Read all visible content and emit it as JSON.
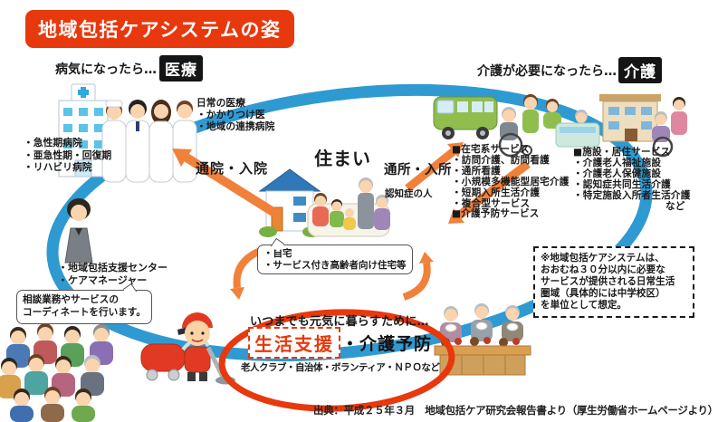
{
  "title": "地域包括ケアシステムの姿",
  "medical": {
    "trigger": "病気になったら…",
    "badge": "医療",
    "list": [
      "・急性期病院",
      "・亜急性期・回復期",
      "・リハビリ病院"
    ],
    "daily": {
      "heading": "日常の医療",
      "items": [
        "・かかりつけ医",
        "・地域の連携病院"
      ]
    },
    "flow": "通院・入院"
  },
  "housing": {
    "badge": "住まい",
    "flow": "通所・入所",
    "dementia": "認知症の人",
    "bubble": [
      "・自宅",
      "・サービス付き高齢者向け住宅等"
    ]
  },
  "care": {
    "trigger": "介護が必要になったら…",
    "badge": "介護",
    "home": {
      "heading": "■在宅系サービス",
      "items": [
        "・訪問介護、訪問看護",
        "・通所看護",
        "・小規模多機能型居宅介護",
        "・短期入所生活介護",
        "・複合型サービス"
      ]
    },
    "prevention": "■介護予防サービス",
    "facility": {
      "heading": "■施設・居住サービス",
      "items": [
        "・介護老人福祉施設",
        "・介護老人保健施設",
        "・認知症共同生活介護",
        "・特定施設入所者生活介護"
      ],
      "suffix": "など"
    }
  },
  "note": {
    "lines": [
      "※地域包括ケアシステムは、",
      "おおむね３０分以内に必要な",
      "サービスが提供される日常生活",
      "圏域（具体的には中学校区）",
      "を単位として想定。"
    ]
  },
  "coordinator": {
    "items": [
      "・地域包括支援センター",
      "・ケアマネージャー"
    ],
    "bubble": [
      "相談業務やサービスの",
      "コーディネートを行います。"
    ]
  },
  "support": {
    "lead": "いつまでも元気に暮らすために…",
    "red": "生活支援",
    "black": "・介護予防",
    "sub": "老人クラブ・自治体・ボランティア・ＮＰＯなど"
  },
  "source": "出典：平成２５年３月　地域包括ケア研究会報告書より（厚生労働省ホームページより）",
  "colors": {
    "accent_red": "#e8380d",
    "band_blue": "#2f9ad2",
    "arrow_orange": "#f0813a",
    "badge_black": "#151515"
  }
}
